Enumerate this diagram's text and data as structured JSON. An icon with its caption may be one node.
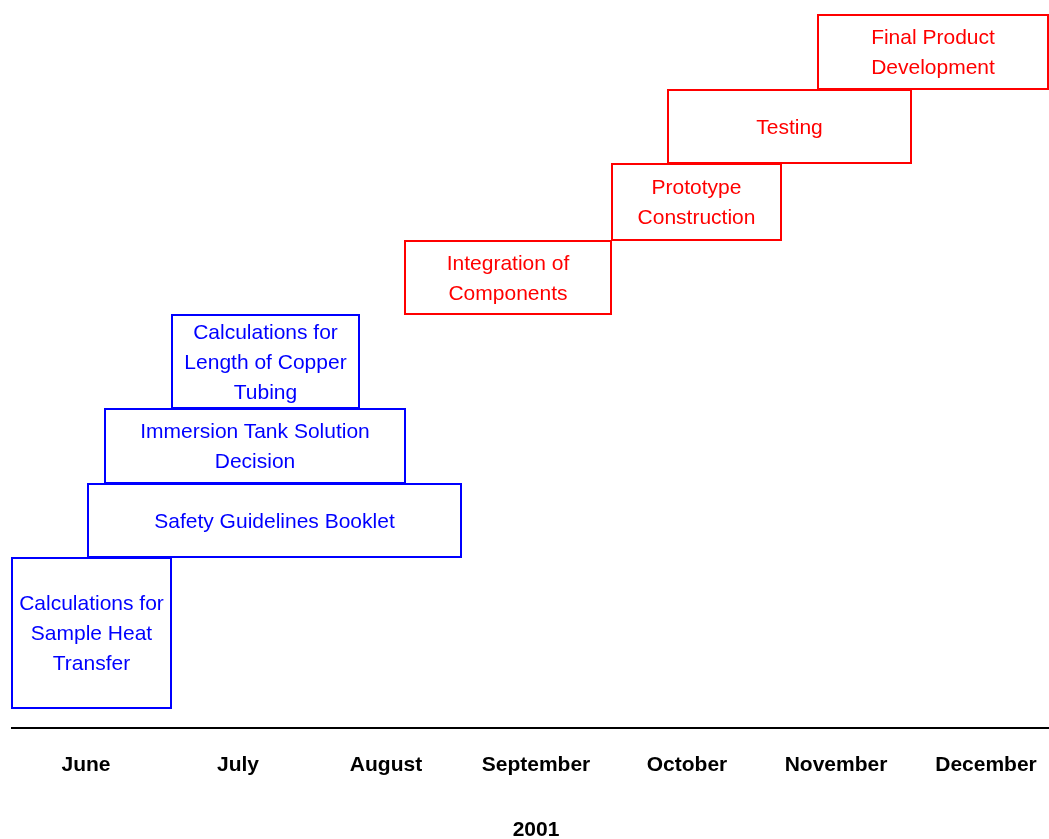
{
  "diagram": {
    "nodes": [
      {
        "text": [
          "Final Product Development"
        ]
      },
      {
        "text": [
          "Testing"
        ]
      },
      {
        "text": [
          "Prototype Construction"
        ]
      },
      {
        "text": [
          "Integration of Components"
        ]
      },
      {
        "text": [
          "Calculations for Length of Copper Tubing"
        ]
      },
      {
        "text": [
          "Immersion Tank Solution Decision"
        ]
      },
      {
        "text": [
          "Safety Guidelines Booklet"
        ]
      },
      {
        "text": [
          "Calculations for Sample Heat Transfer"
        ]
      }
    ],
    "edges": [],
    "labels": [
      "June",
      "July",
      "August",
      "September",
      "October",
      "November",
      "December",
      "2001"
    ]
  }
}
